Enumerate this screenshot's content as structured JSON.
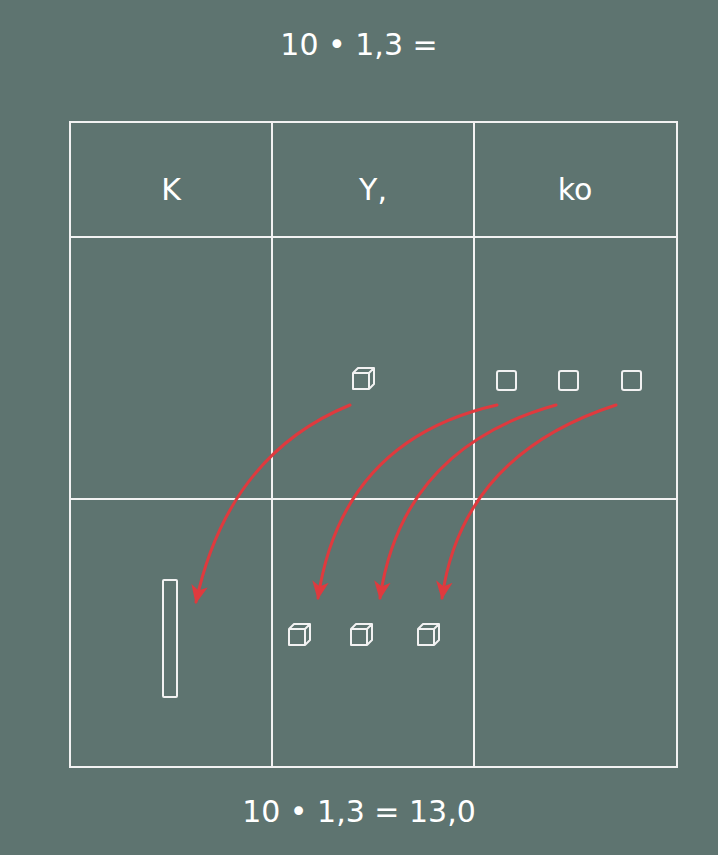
{
  "diagram": {
    "title": "10 • 1,3 =",
    "caption": "10 • 1,3 = 13,0",
    "labels": [
      "K",
      "Y,",
      "ko"
    ]
  }
}
